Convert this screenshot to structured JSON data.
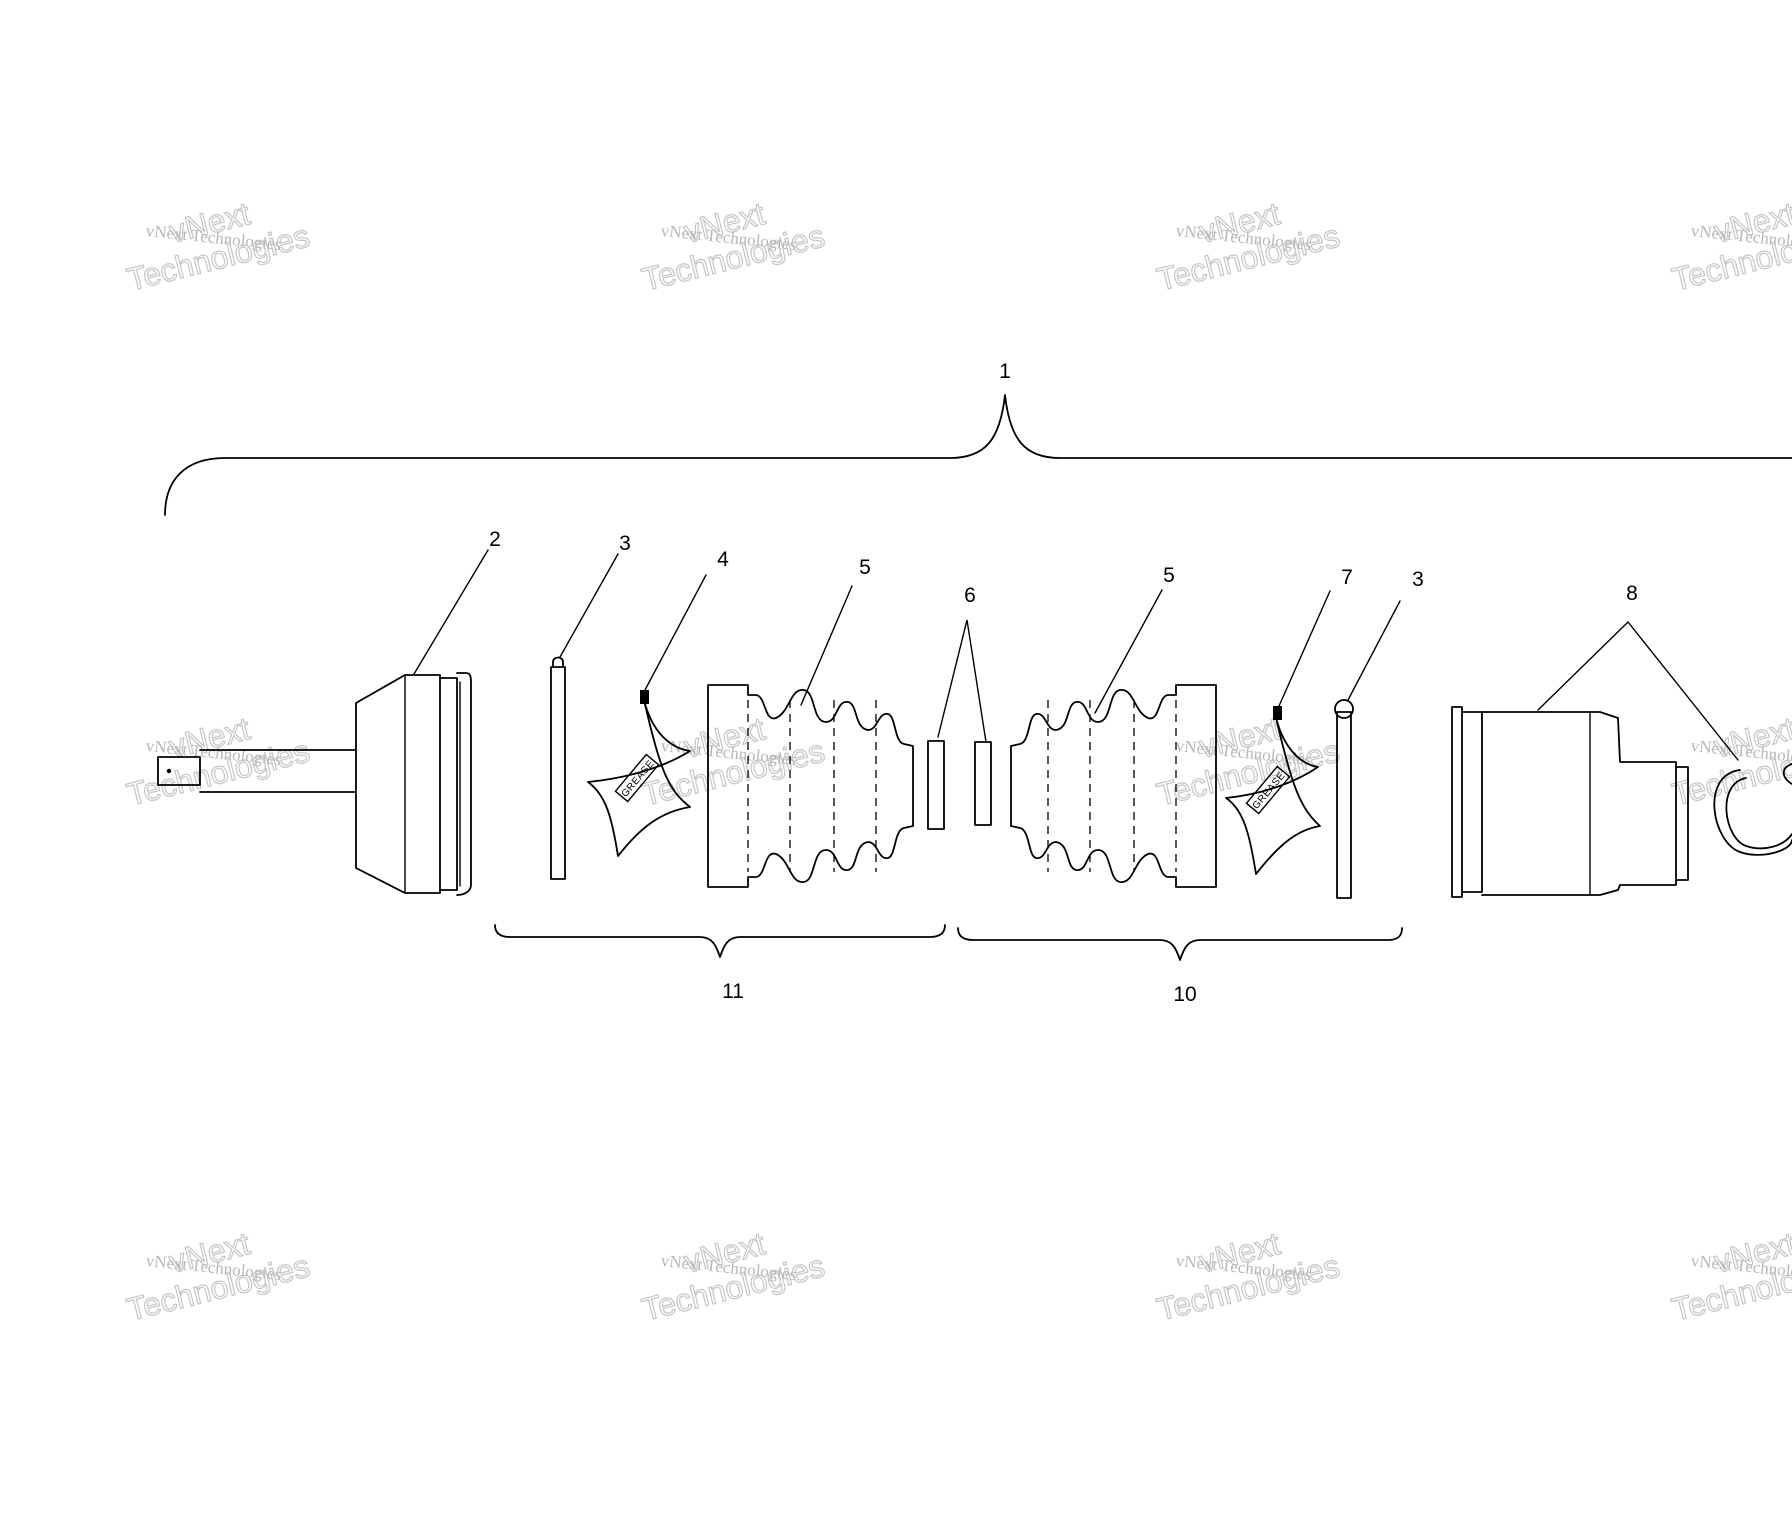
{
  "watermark": {
    "brand_small": "vNext Technologies",
    "brand_large_line1": "vNext",
    "brand_large_line2": "Technologies"
  },
  "callouts": {
    "shaft_assembly": "1",
    "outer_cv_joint": "2",
    "boot_clamp_large": "3",
    "grease_outer": "4",
    "boot": "5",
    "boot_clamp_small": "6",
    "grease_inner": "7",
    "inner_cv_housing": "8",
    "inner_boot_kit": "10",
    "outer_boot_kit": "11"
  },
  "grease_label": "GREASE"
}
